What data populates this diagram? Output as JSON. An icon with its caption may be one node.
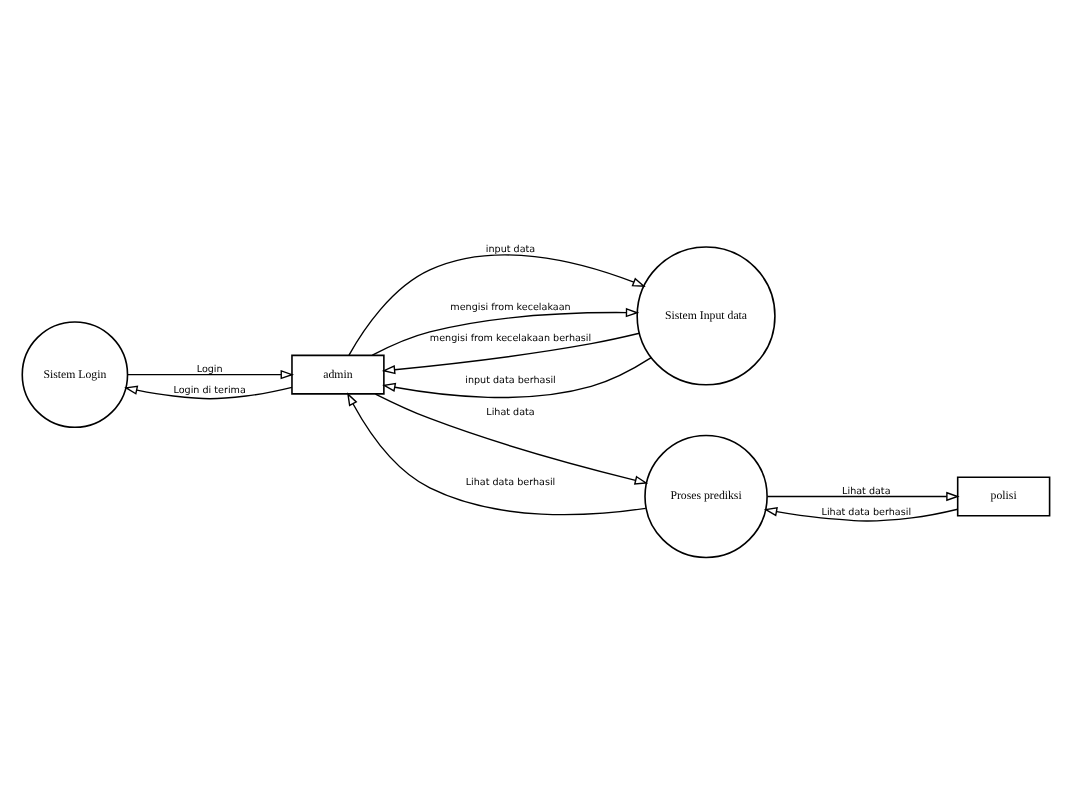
{
  "diagram": {
    "nodes": [
      {
        "text": [
          "Sistem Login"
        ]
      },
      {
        "text": [
          "admin"
        ]
      },
      {
        "text": [
          "Sistem Input data"
        ]
      },
      {
        "text": [
          "Proses prediksi"
        ]
      },
      {
        "text": [
          "polisi"
        ]
      }
    ],
    "edges": [
      {
        "from": 0,
        "to": 1,
        "arrow": "to",
        "label": "Login"
      },
      {
        "from": 1,
        "to": 0,
        "arrow": "to",
        "label": "Login di terima"
      },
      {
        "from": 1,
        "to": 2,
        "arrow": "to",
        "label": "input data"
      },
      {
        "from": 1,
        "to": 2,
        "arrow": "to",
        "label": "mengisi from kecelakaan"
      },
      {
        "from": 2,
        "to": 1,
        "arrow": "to",
        "label": "mengisi from kecelakaan berhasil"
      },
      {
        "from": 2,
        "to": 1,
        "arrow": "to",
        "label": "input data berhasil"
      },
      {
        "from": 1,
        "to": 3,
        "arrow": "to",
        "label": "Lihat data"
      },
      {
        "from": 3,
        "to": 1,
        "arrow": "to",
        "label": "Lihat data berhasil"
      },
      {
        "from": 3,
        "to": 4,
        "arrow": "to",
        "label": "Lihat data"
      },
      {
        "from": 4,
        "to": 3,
        "arrow": "to",
        "label": "Lihat data berhasil"
      }
    ]
  }
}
